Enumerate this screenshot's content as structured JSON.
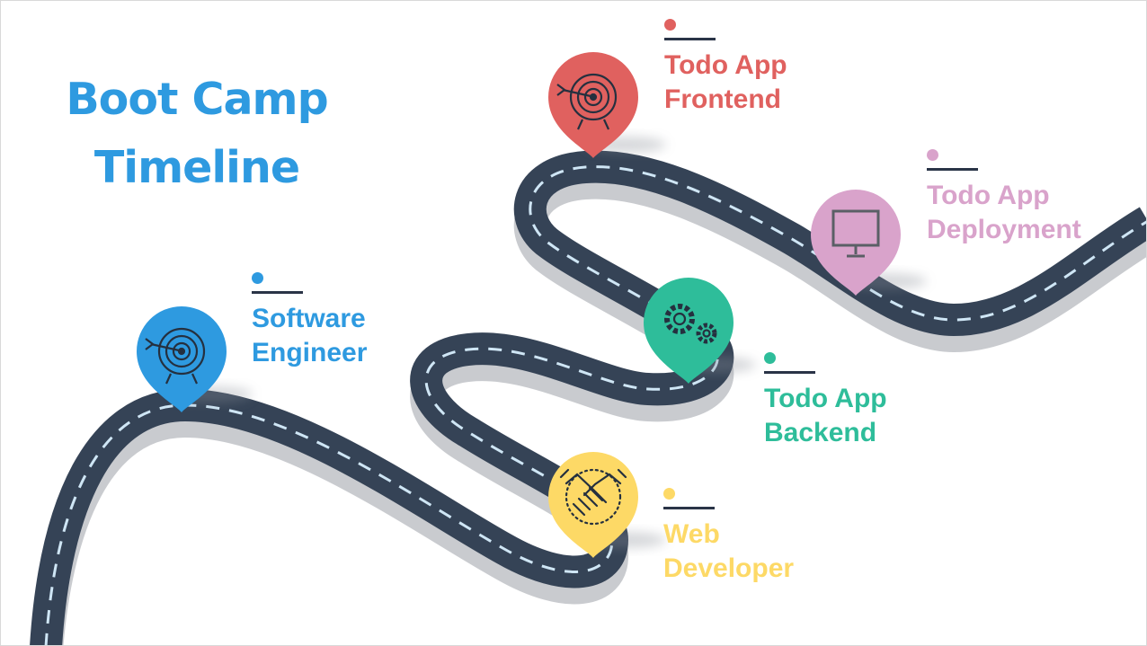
{
  "title": {
    "line1": "Boot Camp",
    "line2": "Timeline",
    "color": "#2e9ae0"
  },
  "colors": {
    "road": "#354356",
    "road_shadow": "#c9cbcf",
    "dashes": "#cfe6f5",
    "rule": "#2a3447"
  },
  "milestones": [
    {
      "line1": "Software",
      "line2": "Engineer",
      "color": "#2e9ae0",
      "icon": "target-icon"
    },
    {
      "line1": "Web",
      "line2": "Developer",
      "color": "#fdd966",
      "icon": "handshake-icon"
    },
    {
      "line1": "Todo App",
      "line2": "Backend",
      "color": "#2ebd9a",
      "icon": "gears-icon"
    },
    {
      "line1": "Todo App",
      "line2": "Frontend",
      "color": "#e0615f",
      "icon": "target-icon"
    },
    {
      "line1": "Todo App",
      "line2": "Deployment",
      "color": "#d9a3cb",
      "icon": "monitor-icon"
    }
  ]
}
